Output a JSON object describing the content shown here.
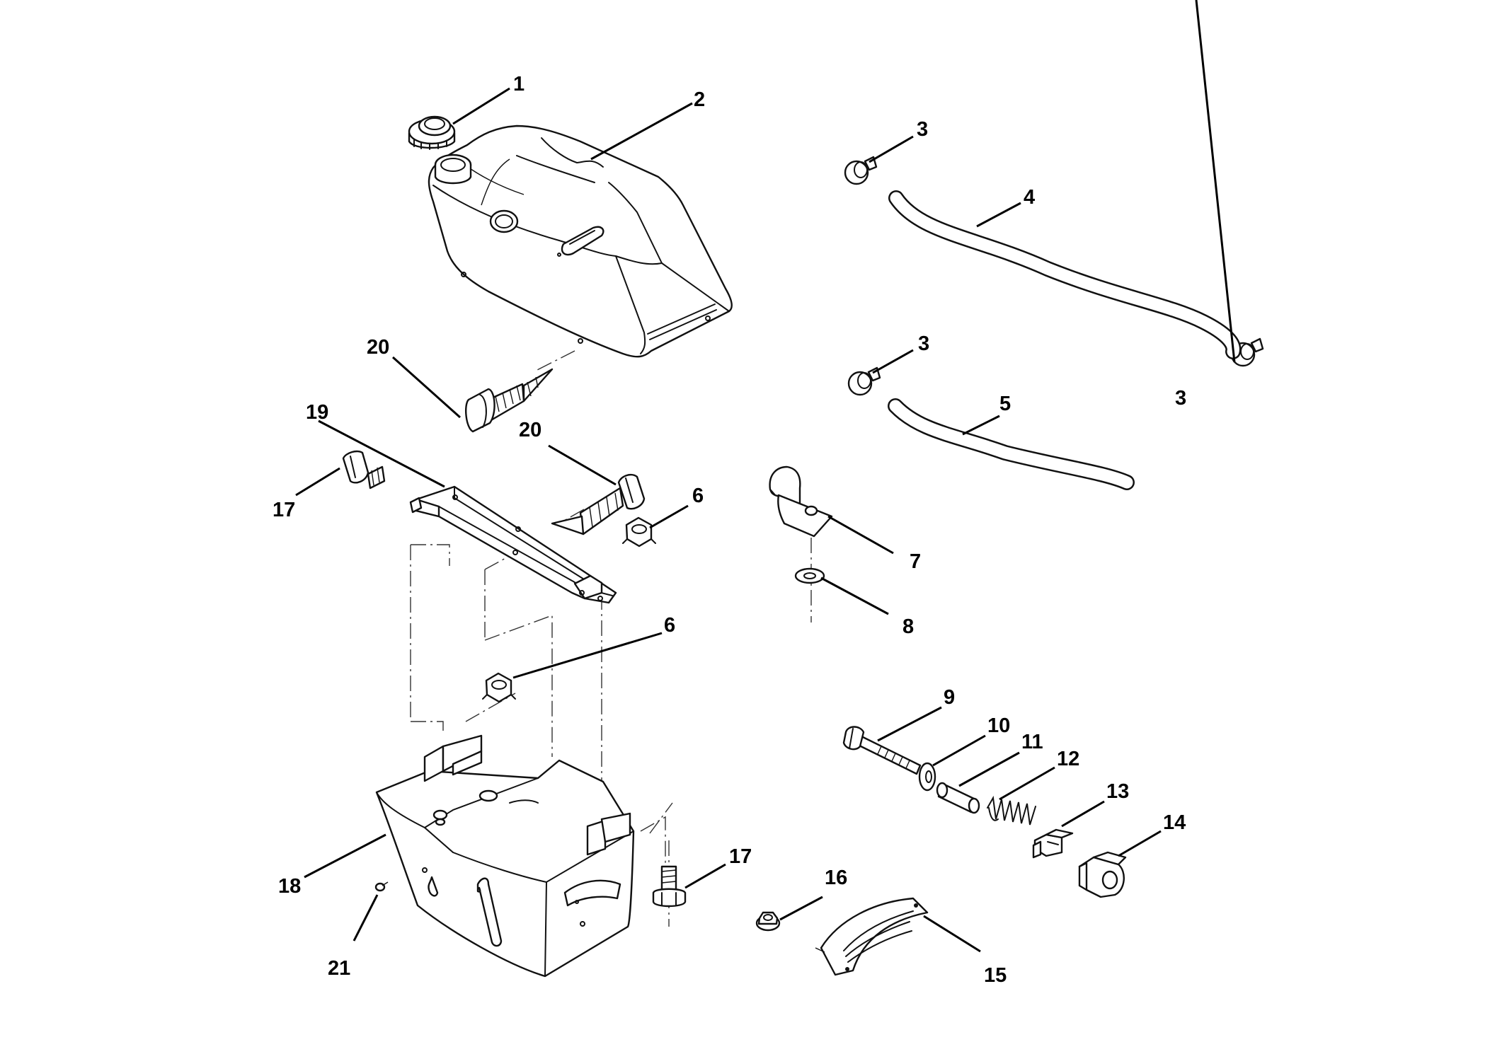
{
  "callouts": {
    "c1": "1",
    "c2": "2",
    "c3a": "3",
    "c3b": "3",
    "c3c": "3",
    "c4": "4",
    "c5": "5",
    "c6a": "6",
    "c6b": "6",
    "c7": "7",
    "c8": "8",
    "c9": "9",
    "c10": "10",
    "c11": "11",
    "c12": "12",
    "c13": "13",
    "c14": "14",
    "c15": "15",
    "c16": "16",
    "c17a": "17",
    "c17b": "17",
    "c18": "18",
    "c19": "19",
    "c20a": "20",
    "c20b": "20",
    "c21": "21"
  }
}
